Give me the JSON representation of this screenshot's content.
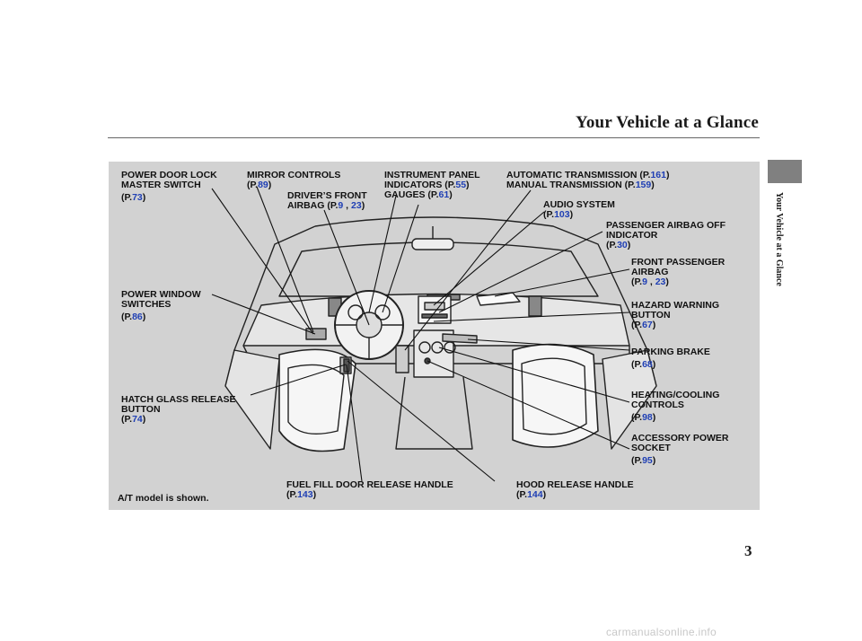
{
  "page": {
    "title": "Your Vehicle at a Glance",
    "side_tab": "Your Vehicle at a Glance",
    "number": "3",
    "footer": "carmanualsonline.info"
  },
  "note": "A/T model is shown.",
  "labels": {
    "power_door_lock": {
      "l1": "POWER DOOR LOCK",
      "l2": "MASTER SWITCH",
      "p": "73"
    },
    "mirror_controls": {
      "l1": "MIRROR CONTROLS",
      "p": "89"
    },
    "drivers_airbag": {
      "l1": "DRIVER’S FRONT",
      "l2": "AIRBAG",
      "p1": "9",
      "p2": "23"
    },
    "instrument_panel": {
      "l1": "INSTRUMENT PANEL",
      "l2": "INDICATORS",
      "p1": "55",
      "l3": "GAUGES",
      "p2": "61"
    },
    "transmission": {
      "l1": "AUTOMATIC TRANSMISSION",
      "p1": "161",
      "l2": "MANUAL TRANSMISSION",
      "p2": "159"
    },
    "audio": {
      "l1": "AUDIO SYSTEM",
      "p": "103"
    },
    "passenger_airbag_off": {
      "l1": "PASSENGER AIRBAG OFF",
      "l2": "INDICATOR",
      "p": "30"
    },
    "front_passenger_airbag": {
      "l1": "FRONT PASSENGER",
      "l2": "AIRBAG",
      "p1": "9",
      "p2": "23"
    },
    "power_window": {
      "l1": "POWER WINDOW",
      "l2": "SWITCHES",
      "p": "86"
    },
    "hazard": {
      "l1": "HAZARD WARNING",
      "l2": "BUTTON",
      "p": "67"
    },
    "parking_brake": {
      "l1": "PARKING BRAKE",
      "p": "68"
    },
    "hatch_glass": {
      "l1": "HATCH GLASS RELEASE",
      "l2": "BUTTON",
      "p": "74"
    },
    "heating": {
      "l1": "HEATING/COOLING",
      "l2": "CONTROLS",
      "p": "98"
    },
    "accessory": {
      "l1": "ACCESSORY POWER",
      "l2": "SOCKET",
      "p": "95"
    },
    "fuel_fill": {
      "l1": "FUEL FILL DOOR RELEASE HANDLE",
      "p": "143"
    },
    "hood": {
      "l1": "HOOD RELEASE HANDLE",
      "p": "144"
    }
  }
}
